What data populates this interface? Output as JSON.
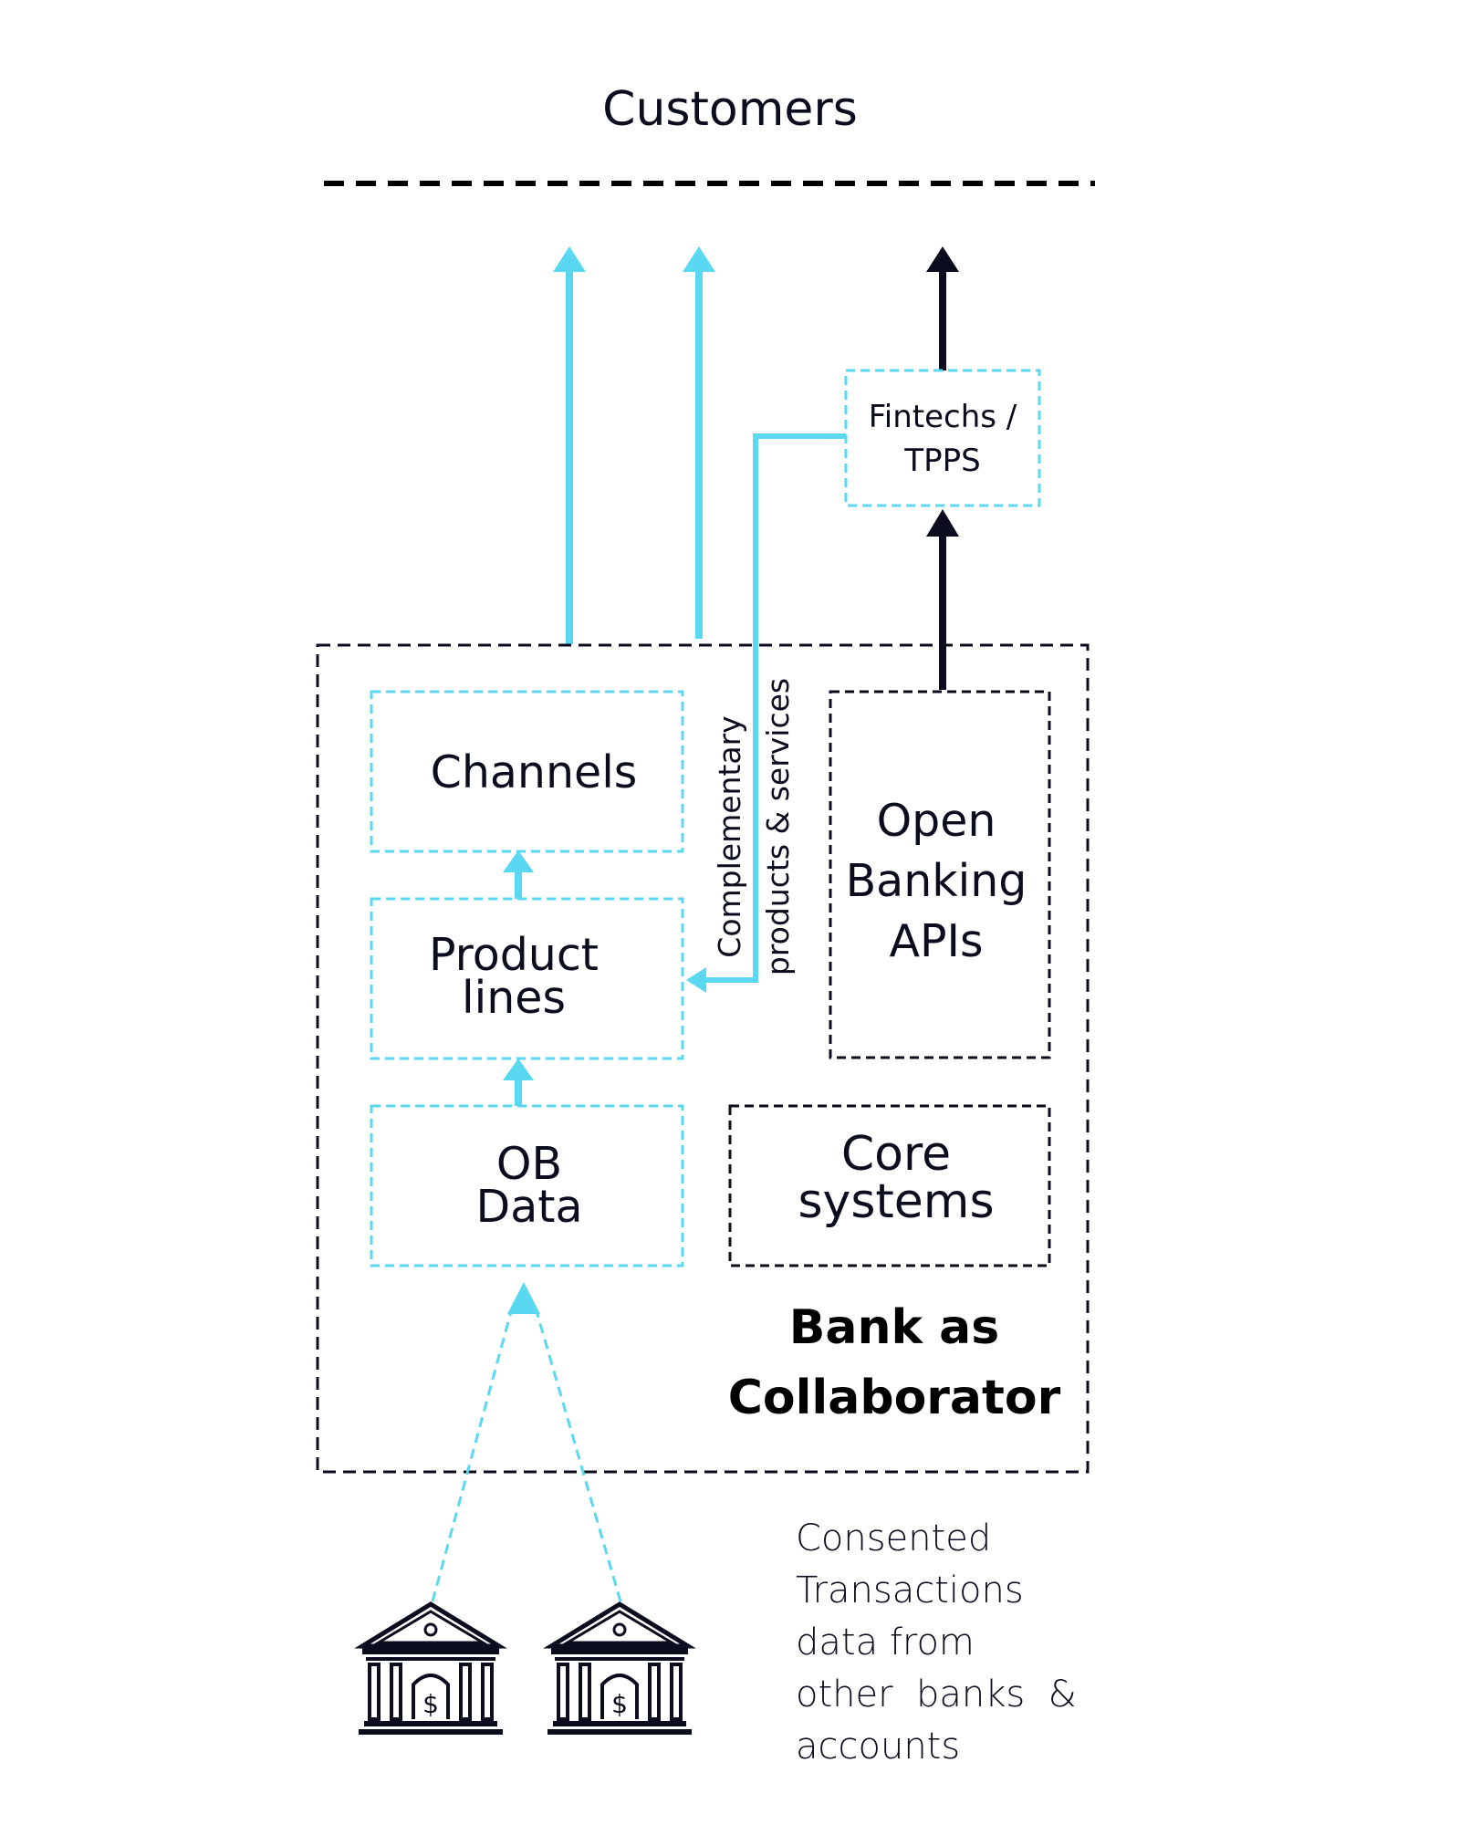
{
  "title": "Customers",
  "fintech_box": {
    "line1": "Fintechs /",
    "line2": "TPPS"
  },
  "complementary_label": {
    "line1": "Complementary",
    "line2": "products & services"
  },
  "boxes": {
    "channels": "Channels",
    "product_lines": {
      "line1": "Product",
      "line2": "lines"
    },
    "ob_data": {
      "line1": "OB",
      "line2": "Data"
    },
    "open_banking_apis": {
      "line1": "Open",
      "line2": "Banking",
      "line3": "APIs"
    },
    "core_systems": {
      "line1": "Core",
      "line2": "systems"
    }
  },
  "bank_label": {
    "line1": "Bank as",
    "line2": "Collaborator"
  },
  "consent_text": {
    "line1": "Consented",
    "line2": "Transactions",
    "line3": "data from",
    "line4": "other  banks  &",
    "line5": "accounts"
  },
  "icons": [
    "bank-building-icon",
    "bank-building-icon"
  ],
  "colors": {
    "accent": "#5ad8f2",
    "dark": "#0b0d1f",
    "background": "#ffffff"
  }
}
